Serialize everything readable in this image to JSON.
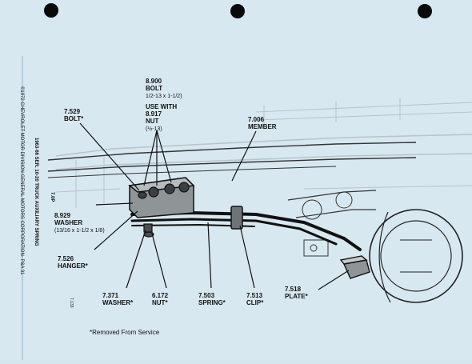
{
  "side_text": {
    "title": "1963-66 SER. 10-20 TRUCK AUXILIARY SPRING",
    "copyright": "©1972 CHEVROLET MOTOR DIVISION GENERAL MOTORS CORPORATION- P&A 31",
    "page": "7.0P",
    "code": "7.133"
  },
  "callouts": {
    "bolt_top": {
      "number": "8.900",
      "name": "BOLT",
      "size": "1/2-13 x 1-1/2)"
    },
    "use_with": {
      "line1": "USE WITH",
      "number": "8.917",
      "name": "NUT",
      "size": "(½-13)"
    },
    "bolt_left": {
      "number": "7.529",
      "name": "BOLT*"
    },
    "member": {
      "number": "7.006",
      "name": "MEMBER"
    },
    "washer_left": {
      "number": "8.929",
      "name": "WASHER",
      "size": "(13/16 x 1-1/2 x 1/8)"
    },
    "hanger": {
      "number": "7.526",
      "name": "HANGER*"
    },
    "washer": {
      "number": "7.371",
      "name": "WASHER*"
    },
    "nut": {
      "number": "6.172",
      "name": "NUT*"
    },
    "spring": {
      "number": "7.503",
      "name": "SPRING*"
    },
    "clip": {
      "number": "7.513",
      "name": "CLIP*"
    },
    "plate": {
      "number": "7.518",
      "name": "PLATE*"
    }
  },
  "footnote": "*Removed From Service",
  "colors": {
    "paper": "#d8e8f0",
    "ink": "#111111",
    "ghost": "#b7c4ca"
  }
}
